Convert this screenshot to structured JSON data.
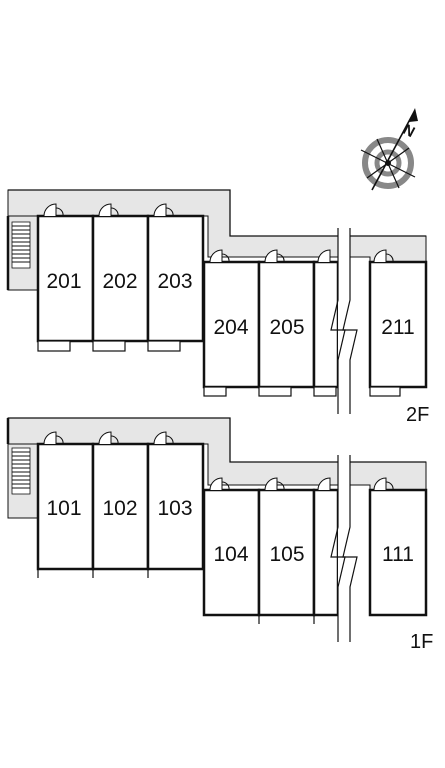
{
  "floors": [
    {
      "label": "2F",
      "units": [
        {
          "number": "201"
        },
        {
          "number": "202"
        },
        {
          "number": "203"
        },
        {
          "number": "204"
        },
        {
          "number": "205"
        },
        {
          "number": "211"
        }
      ]
    },
    {
      "label": "1F",
      "units": [
        {
          "number": "101"
        },
        {
          "number": "102"
        },
        {
          "number": "103"
        },
        {
          "number": "104"
        },
        {
          "number": "105"
        },
        {
          "number": "111"
        }
      ]
    }
  ],
  "compass": {
    "north_label": "N"
  },
  "colors": {
    "corridor": "#e6e6e6",
    "wall": "#111111"
  }
}
